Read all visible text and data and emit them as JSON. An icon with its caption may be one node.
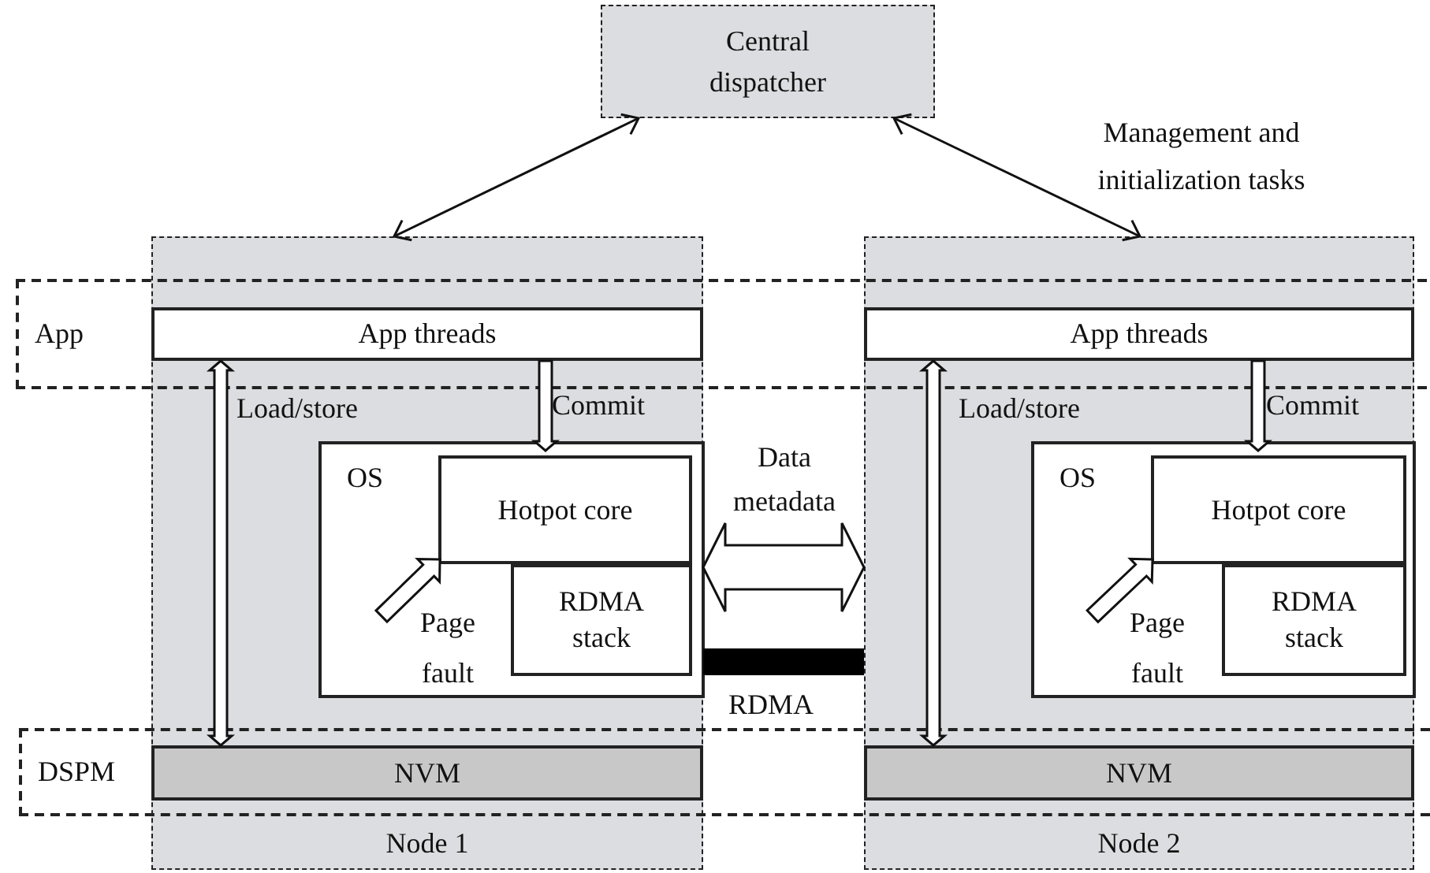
{
  "diagram": {
    "nodes": [
      {
        "text": [
          "Central dispatcher"
        ]
      },
      {
        "text": [
          "App"
        ]
      },
      {
        "text": [
          "DSPM"
        ]
      },
      {
        "text": [
          "Node 1"
        ]
      },
      {
        "text": [
          "App threads"
        ]
      },
      {
        "text": [
          "OS"
        ],
        "in": 3
      },
      {
        "text": [
          "Hotpot core"
        ],
        "in": 5
      },
      {
        "text": [
          "RDMA stack"
        ],
        "in": 5
      },
      {
        "text": [
          "NVM"
        ]
      },
      {
        "text": [
          "Node 2"
        ]
      },
      {
        "text": [
          "App threads"
        ]
      },
      {
        "text": [
          "OS"
        ],
        "in": 9
      },
      {
        "text": [
          "Hotpot core"
        ],
        "in": 11
      },
      {
        "text": [
          "RDMA stack"
        ],
        "in": 11
      },
      {
        "text": [
          "NVM"
        ]
      }
    ],
    "edges": [
      {
        "from": 0,
        "to": 3,
        "arrow": "both"
      },
      {
        "from": 0,
        "to": 9,
        "arrow": "both",
        "label": "Management and initialization tasks"
      },
      {
        "from": 4,
        "to": 8,
        "arrow": "both",
        "label": "Load/store",
        "style": "thick"
      },
      {
        "from": 4,
        "to": 6,
        "arrow": "to",
        "label": "Commit",
        "style": "thick"
      },
      {
        "from": null,
        "to": 6,
        "arrow": "to",
        "label": "Page fault",
        "style": "thick"
      },
      {
        "from": 10,
        "to": 14,
        "arrow": "both",
        "label": "Load/store",
        "style": "thick"
      },
      {
        "from": 10,
        "to": 12,
        "arrow": "to",
        "label": "Commit",
        "style": "thick"
      },
      {
        "from": null,
        "to": 12,
        "arrow": "to",
        "label": "Page fault",
        "style": "thick"
      },
      {
        "from": 3,
        "to": 9,
        "arrow": "both",
        "label": "Data metadata",
        "style": "thick"
      },
      {
        "from": 3,
        "to": 9,
        "arrow": "none",
        "label": "RDMA",
        "style": "thick",
        "color": "#000000"
      }
    ]
  }
}
